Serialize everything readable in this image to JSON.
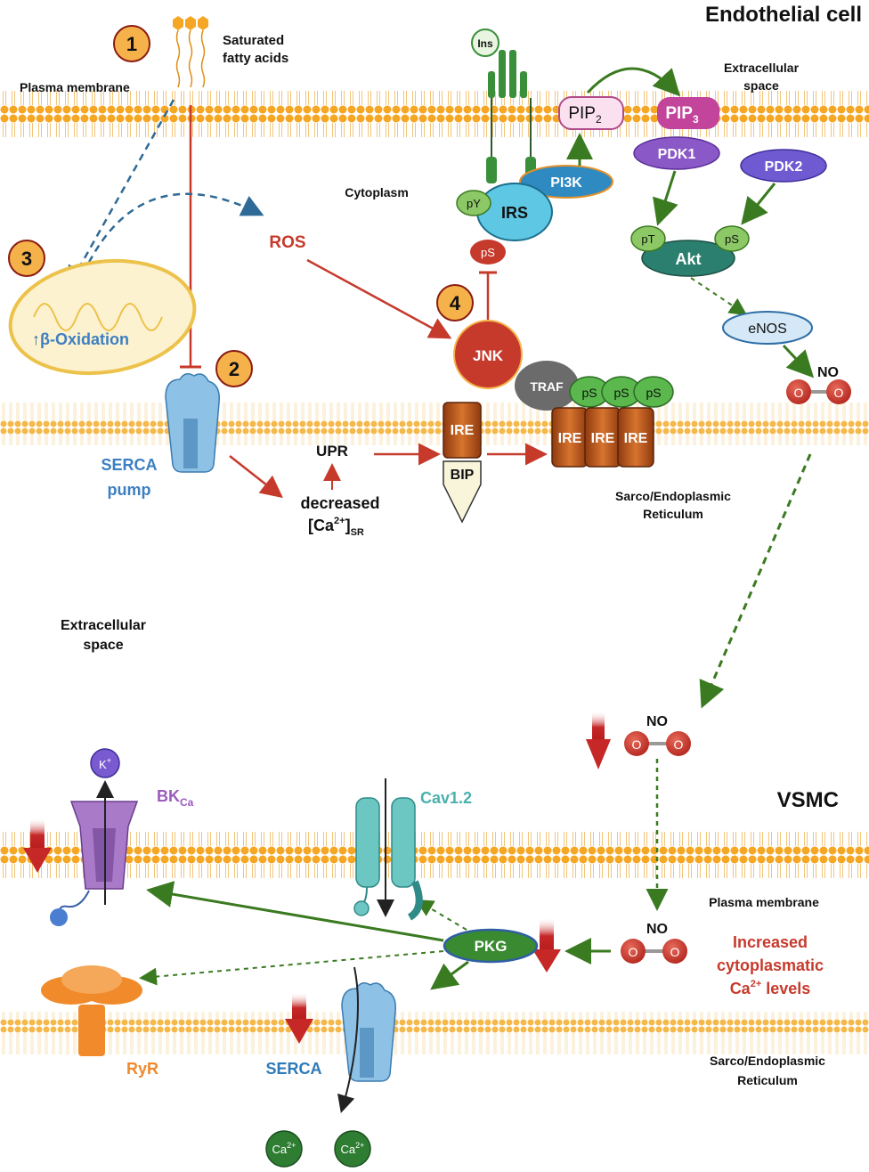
{
  "title_endothelial": "Endothelial cell",
  "title_vsmc": "VSMC",
  "steps": {
    "s1": "1",
    "s2": "2",
    "s3": "3",
    "s4": "4"
  },
  "labels": {
    "saturated_fatty_acids_1": "Saturated",
    "saturated_fatty_acids_2": "fatty acids",
    "plasma_membrane_top": "Plasma membrane",
    "extracellular_top_1": "Extracellular",
    "extracellular_top_2": "space",
    "cytoplasm": "Cytoplasm",
    "ros": "ROS",
    "beta_oxidation": "β-Oxidation",
    "serca_pump_1": "SERCA",
    "serca_pump_2": "pump",
    "upr": "UPR",
    "decreased": "decreased",
    "ca_sr": "[Ca",
    "ca_sr_sup": "2+",
    "ca_sr_close": "]",
    "ca_sr_sub": "SR",
    "sr_top_1": "Sarco/Endoplasmic",
    "sr_top_2": "Reticulum",
    "extracellular_mid_1": "Extracellular",
    "extracellular_mid_2": "space",
    "plasma_membrane_bottom": "Plasma membrane",
    "sr_bottom_1": "Sarco/Endoplasmic",
    "sr_bottom_2": "Reticulum",
    "increased_1": "Increased",
    "increased_2": "cytoplasmatic",
    "increased_3": "Ca",
    "increased_3_sup": "2+",
    "increased_3_rest": " levels"
  },
  "molecules": {
    "ins": "Ins",
    "pip2": "PIP",
    "pip2_sub": "2",
    "pip3": "PIP",
    "pip3_sub": "3",
    "pdk1": "PDK1",
    "pdk2": "PDK2",
    "pi3k": "PI3K",
    "irs": "IRS",
    "py": "pY",
    "ps_irs": "pS",
    "pt": "pT",
    "ps_akt": "pS",
    "akt": "Akt",
    "enos": "eNOS",
    "no_top": "NO",
    "jnk": "JNK",
    "traf": "TRAF",
    "ps": "pS",
    "ire": "IRE",
    "bip": "BIP",
    "no_mid": "NO",
    "no_bottom": "NO",
    "o": "O",
    "k_plus": "K",
    "k_plus_sup": "+",
    "bkca": "BK",
    "bkca_sub": "Ca",
    "cav12": "Cav1.2",
    "pkg": "PKG",
    "ryr": "RyR",
    "serca_bottom": "SERCA",
    "ca": "Ca",
    "ca_sup": "2+"
  },
  "colors": {
    "membrane": "#f5a623",
    "inhibit_red": "#c63a2c",
    "activate_green": "#3a7a20",
    "dashed_blue": "#2e6a96",
    "step_circle": "#f6b24a",
    "pdk": "#7a4fc4",
    "pip3": "#c2449b",
    "ire": "#b5521b",
    "serca": "#8ec1e6",
    "bk": "#a87ac8",
    "cav": "#6cc6c2",
    "ryr": "#f08a2a",
    "ca_green": "#2e7d32"
  }
}
